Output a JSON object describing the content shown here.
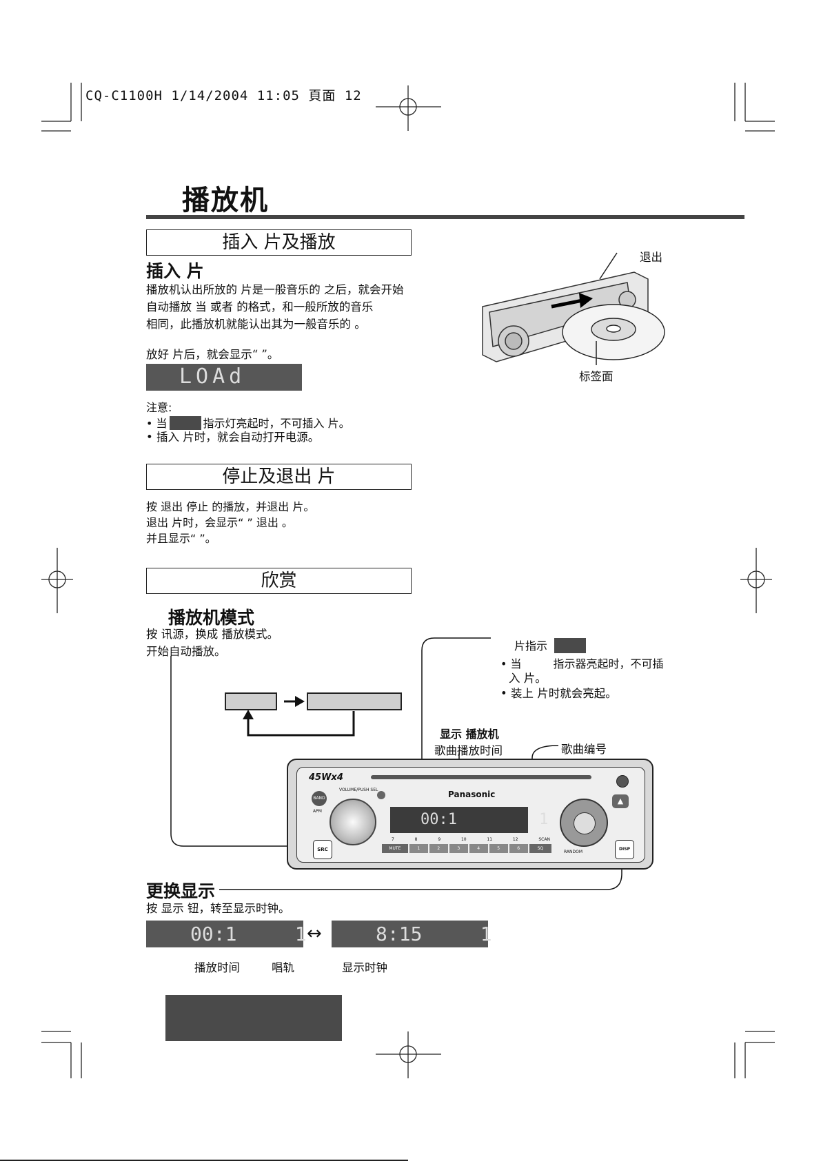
{
  "header": {
    "text": "CQ-C1100H  1/14/2004  11:05  頁面 12"
  },
  "title": "播放机",
  "insert_section": {
    "box_title": "插入    片及播放",
    "subtitle": "插入    片",
    "para_lines": [
      "播放机认出所放的    片是一般音乐的    之后，就会开始",
      "自动播放  当        或者          的格式，和一般所放的音乐",
      "    相同，此播放机就能认出其为一般音乐的     。"
    ],
    "after_load": "放好    片后，就会显示“        ”。",
    "lcd_load": "LOAd",
    "note_title": "注意:",
    "note1_a": "• 当",
    "note1_b": "指示灯亮起时，不可插入    片。",
    "note2": "• 插入    片时，就会自动打开电源。"
  },
  "figure_top": {
    "eject_label": "退出",
    "label_side": "标签面"
  },
  "stop_section": {
    "box_title": "停止及退出    片",
    "lines": [
      "按        退出 停止    的播放，并退出    片。",
      "退出    片时，会显示“    ” 退出 。",
      "并且显示“        ”。"
    ]
  },
  "enjoy_section": {
    "box_title": "欣赏",
    "subtitle": "播放机模式",
    "lines": [
      "按          讯源，换成    播放模式。",
      "开始自动播放。"
    ]
  },
  "callouts": {
    "disc_indicator": "片指示",
    "disc_note1_a": "• 当",
    "disc_note1_b": "指示器亮起时，不可插",
    "disc_note1_c": "入    片。",
    "disc_note2": "• 装上    片时就会亮起。",
    "display_title": "显示    播放机",
    "play_time": "歌曲播放时间",
    "track_no": "歌曲编号"
  },
  "unit": {
    "brand": "Panasonic",
    "power": "45Wx4",
    "lcd": "00:1         1",
    "buttons": [
      "MUTE",
      "1",
      "2",
      "3",
      "4",
      "5",
      "6",
      "SQ"
    ],
    "upper_labels": [
      "7",
      "8",
      "9",
      "10",
      "11",
      "12",
      "SCAN"
    ],
    "src": "SRC",
    "disp": "DISP",
    "band": "BAND",
    "vol": "VOLUME/PUSH SEL",
    "random": "RANDOM",
    "apm": "APM"
  },
  "change_section": {
    "subtitle": "更换显示",
    "line": "按          显示 钮，转至显示时钟。",
    "lcd_left": "00:1     1",
    "lcd_right": "8:15     1",
    "cap_play": "播放时间",
    "cap_track": "唱轨",
    "cap_clock": "显示时钟"
  }
}
